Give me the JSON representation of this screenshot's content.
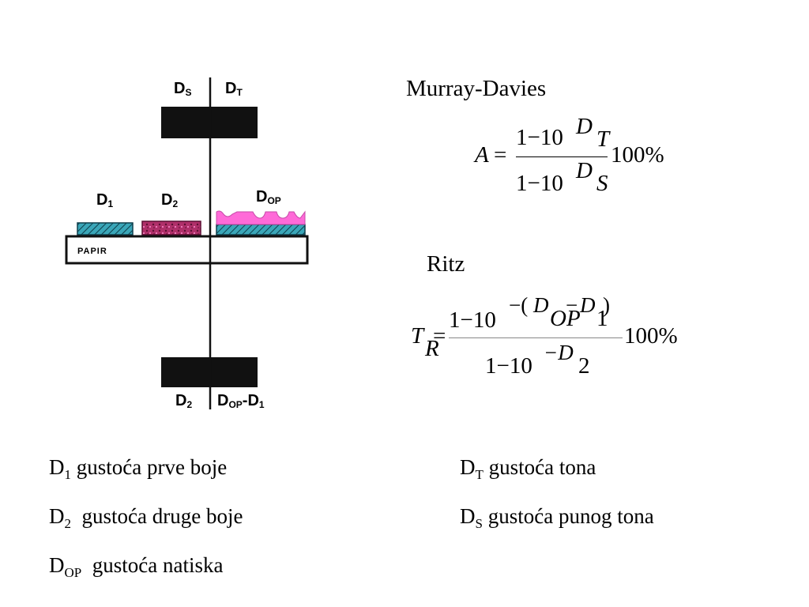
{
  "figure": {
    "labels": {
      "ds": "D",
      "ds_sub": "S",
      "dt": "D",
      "dt_sub": "T",
      "d1": "D",
      "d1_sub": "1",
      "d2": "D",
      "d2_sub": "2",
      "dop": "D",
      "dop_sub": "OP",
      "papir": "PAPIR",
      "d2_bottom": "D",
      "d2_bottom_sub": "2",
      "dop_d1": "D",
      "dop_d1_sub": "OP",
      "dop_d1_mid": "-D",
      "dop_d1_sub2": "1"
    },
    "colors": {
      "cyan_ink": "#3aa6b8",
      "magenta_ink": "#b0306a",
      "pink_ink": "#ff6ad8",
      "black_bar": "#111111",
      "paper": "#ffffff"
    }
  },
  "murray_davies": {
    "title": "Murray-Davies",
    "lhs": "A",
    "equals": "=",
    "num_base": "1−10",
    "num_exp": "D",
    "num_exp_sub": "T",
    "den_base": "1−10",
    "den_exp": "D",
    "den_exp_sub": "S",
    "factor": "100%"
  },
  "ritz": {
    "title": "Ritz",
    "lhs": "T",
    "lhs_sub": "R",
    "equals": "=",
    "num_base": "1−10",
    "num_exp_open": "−(",
    "num_exp_d": "D",
    "num_exp_sub": "OP",
    "num_exp_minus": "−",
    "num_exp_d1": "D",
    "num_exp_d1_sub": "1",
    "num_exp_close": ")",
    "den_base": "1−10",
    "den_exp": "−D",
    "den_exp_sub": "2",
    "factor": "100%"
  },
  "legend": {
    "left": [
      {
        "sym": "D",
        "sub": "1",
        "text": "gustoća prve boje"
      },
      {
        "sym": "D",
        "sub": "2",
        "text": "gustoća druge boje"
      },
      {
        "sym": "D",
        "sub": "OP",
        "text": "gustoća natiska"
      }
    ],
    "right": [
      {
        "sym": "D",
        "sub": "T",
        "text": "gustoća tona"
      },
      {
        "sym": "D",
        "sub": "S",
        "text": "gustoća punog tona"
      }
    ]
  }
}
